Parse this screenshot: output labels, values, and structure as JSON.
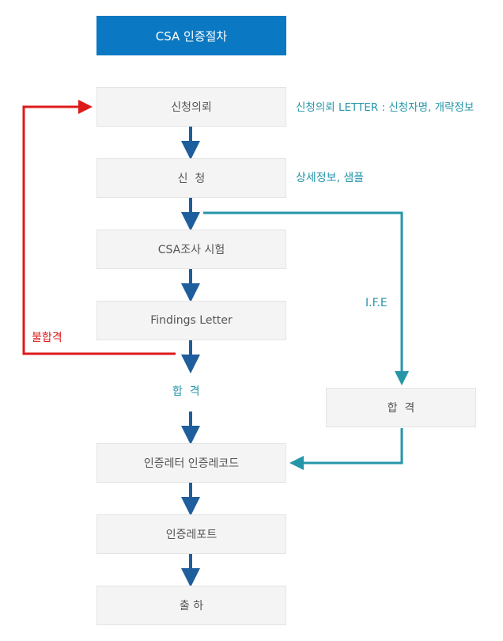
{
  "title": "CSA 인증절차",
  "steps": {
    "request": "신청의뢰",
    "apply": "신  청",
    "test": "CSA조사 시험",
    "findings": "Findings Letter",
    "cert_letter": "인증레터 인증레코드",
    "cert_report": "인증레포트",
    "shipment": "출 하"
  },
  "ife_pass": "합  격",
  "notes": {
    "request_note": "신청의뢰 LETTER : 신청자명, 개략정보",
    "apply_note": "상세정보, 샘플",
    "ife": "I.F.E",
    "pass": "합  격",
    "fail": "불합격"
  },
  "colors": {
    "title": "#0a78c2",
    "flow": "#1e5e9c",
    "ife": "#2596a8",
    "fail": "#dd1a1a"
  }
}
